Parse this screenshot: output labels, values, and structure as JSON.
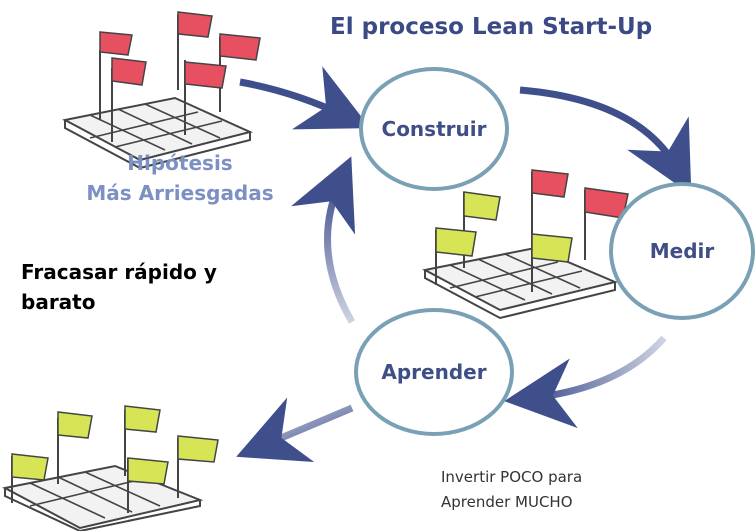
{
  "title": "El proceso Lean Start-Up",
  "nodes": {
    "build": "Construir",
    "measure": "Medir",
    "learn": "Aprender"
  },
  "hypotheses": {
    "line1": "Hipótesis",
    "line2": "Más Arriesgadas"
  },
  "fail_text": {
    "line1": "Fracasar rápido y",
    "line2": "barato"
  },
  "invest_text": {
    "line1": "Invertir POCO para",
    "line2": "Aprender MUCHO"
  },
  "colors": {
    "title": "#3b4a85",
    "circle_border": "#7aa0b5",
    "arrow": "#3e4f8c",
    "hypotheses_text": "#7d90c4",
    "flag_red": "#e65060",
    "flag_yellow": "#d6e455"
  },
  "icons": [
    "flag-grid-red",
    "flag-grid-mixed",
    "flag-grid-yellow"
  ]
}
